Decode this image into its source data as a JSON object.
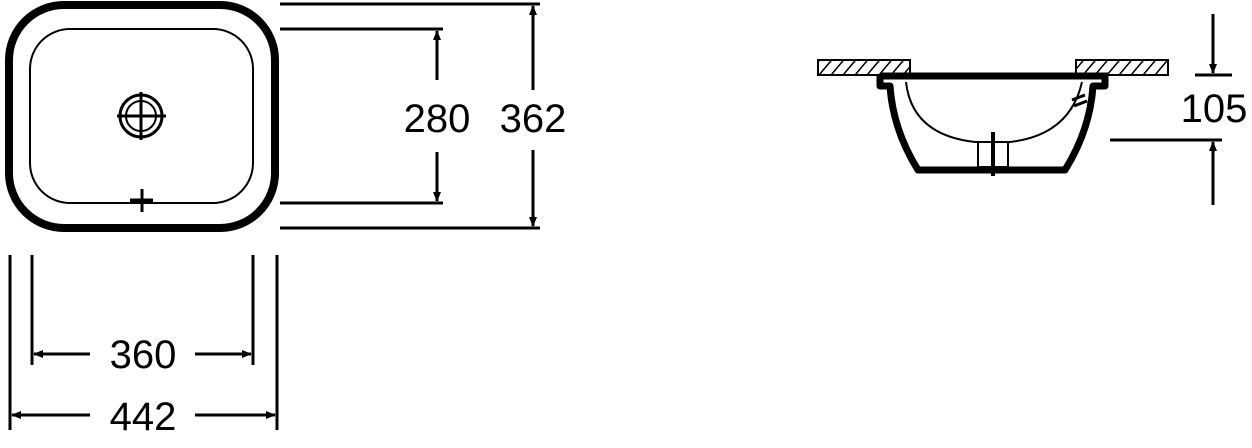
{
  "dimensions": {
    "inner_depth": "280",
    "outer_depth": "362",
    "inner_width": "360",
    "outer_width": "442",
    "height": "105"
  },
  "colors": {
    "line": "#000000",
    "background": "#ffffff"
  }
}
